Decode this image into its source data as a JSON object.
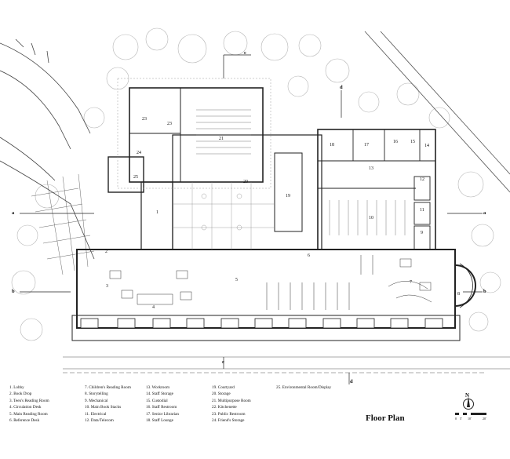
{
  "title": "Floor Plan",
  "legend": [
    "1. Lobby",
    "2. Book Drop",
    "3. Teen's Reading Room",
    "4. Circulation Desk",
    "5. Main Reading Room",
    "6. Reference Desk",
    "7. Children's Reading Room",
    "8. Storytelling",
    "9. Mechanical",
    "10. Main Book Stacks",
    "11. Electrical",
    "12. Data/Telecom",
    "13. Workroom",
    "14. Staff Storage",
    "15. Custodial",
    "16. Staff Restroom",
    "17. Senior Librarian",
    "18. Staff Lounge",
    "19. Courtyard",
    "20. Storage",
    "21. Multipurpose Room",
    "22. Kitchenette",
    "23. Public Restroom",
    "24. Friend's Storage",
    "25. Environmental Room/Display"
  ],
  "room_numbers": [
    "1",
    "2",
    "3",
    "4",
    "5",
    "6",
    "7",
    "8",
    "9",
    "10",
    "11",
    "12",
    "13",
    "14",
    "15",
    "16",
    "17",
    "18",
    "19",
    "20",
    "21",
    "23",
    "23",
    "24",
    "25"
  ],
  "section_markers": [
    "a",
    "a",
    "b",
    "b",
    "c",
    "c",
    "d",
    "d"
  ],
  "north": "N",
  "scale_labels": [
    "0",
    "5'",
    "10'",
    "20'"
  ],
  "colors": {
    "line": "#222222",
    "light": "#9a9a9a",
    "paper": "#ffffff"
  },
  "icons": [
    "north-arrow-icon",
    "scale-bar-icon"
  ]
}
